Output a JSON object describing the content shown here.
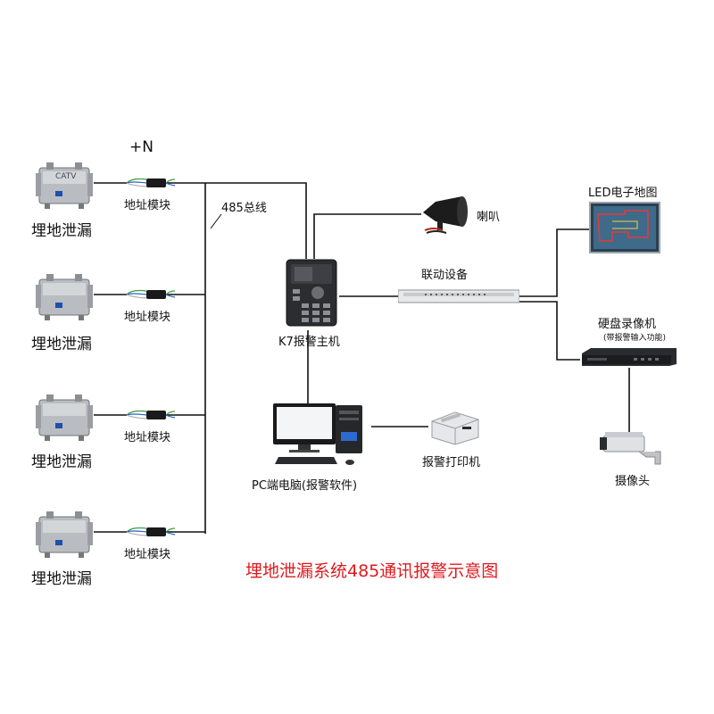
{
  "leak_units": [
    {
      "label": "埋地泄漏",
      "module_label": "地址模块"
    },
    {
      "label": "埋地泄漏",
      "module_label": "地址模块"
    },
    {
      "label": "埋地泄漏",
      "module_label": "地址模块"
    },
    {
      "label": "埋地泄漏",
      "module_label": "地址模块"
    }
  ],
  "box_marking": "CATV",
  "plus_n_label": "+N",
  "bus_label": "485总线",
  "host_label": "K7报警主机",
  "speaker_label": "喇叭",
  "linkage_label": "联动设备",
  "map_label": "LED电子地图",
  "dvr_label": "硬盘录像机",
  "dvr_note": "(带报警输入功能)",
  "camera_label": "摄像头",
  "pc_label": "PC端电脑(报警软件)",
  "printer_label": "报警打印机",
  "diagram_title": "埋地泄漏系统485通讯报警示意图",
  "colors": {
    "title": "#e0191e",
    "wire": "#111111"
  }
}
